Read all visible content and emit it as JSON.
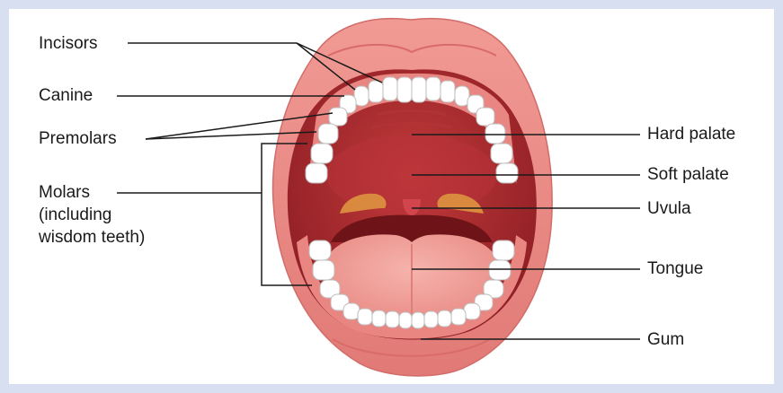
{
  "labels": {
    "incisors": "Incisors",
    "canine": "Canine",
    "premolars": "Premolars",
    "molars_line1": "Molars",
    "molars_line2": "(including",
    "molars_line3": "wisdom teeth)",
    "hard_palate": "Hard palate",
    "soft_palate": "Soft palate",
    "uvula": "Uvula",
    "tongue": "Tongue",
    "gum": "Gum"
  },
  "colors": {
    "frame": "#d8dff0",
    "lip": "#e8837f",
    "lip_dark": "#c95d5b",
    "mouth_cavity": "#a8292d",
    "palate": "#c8403f",
    "tongue": "#f0a09a",
    "tooth": "#ffffff",
    "tooth_outline": "#b8b8b8",
    "uvula_side": "#d98a3e",
    "leader_line": "#1a1a1a"
  }
}
